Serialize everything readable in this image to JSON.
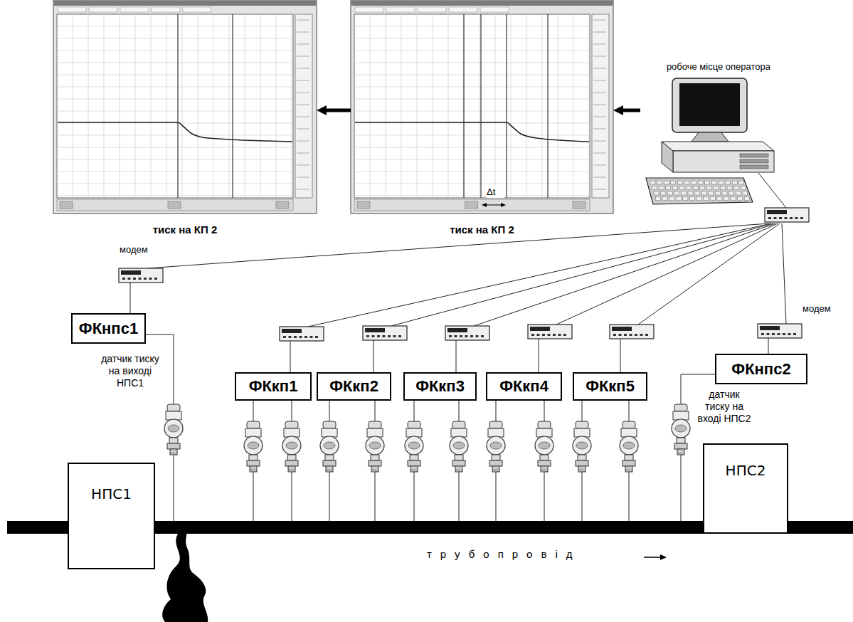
{
  "diagram": {
    "nodes": [
      {
        "text": [
          "тиск на КП 2"
        ]
      },
      {
        "text": [
          "тиск на КП 2"
        ]
      },
      {
        "text": [
          "робоче місце оператора"
        ]
      },
      {
        "text": [
          "ФКнпс1"
        ]
      },
      {
        "text": [
          "ФКкп1"
        ]
      },
      {
        "text": [
          "ФКкп2"
        ]
      },
      {
        "text": [
          "ФКкп3"
        ]
      },
      {
        "text": [
          "ФКкп4"
        ]
      },
      {
        "text": [
          "ФКкп5"
        ]
      },
      {
        "text": [
          "ФКнпс2"
        ]
      },
      {
        "text": [
          "НПС1"
        ]
      },
      {
        "text": [
          "НПС2"
        ]
      }
    ],
    "edges": [
      {
        "from": 2,
        "to": 1,
        "arrow": "to"
      },
      {
        "from": 1,
        "to": 0,
        "arrow": "to"
      }
    ],
    "labels": [
      "Δt",
      "модем",
      "модем",
      "датчик тиску на виході НПС1",
      "датчик тиску на вході НПС2",
      "трубопровід"
    ]
  }
}
